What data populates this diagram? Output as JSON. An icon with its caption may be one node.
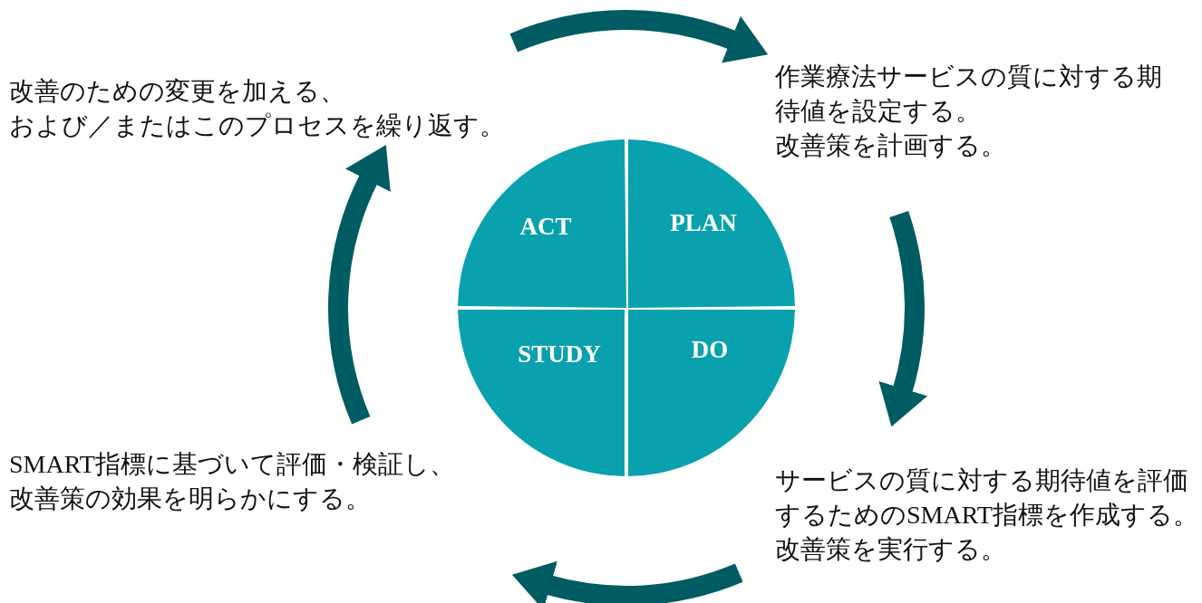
{
  "diagram": {
    "nodes": [
      {
        "text": [
          "ACT"
        ]
      },
      {
        "text": [
          "PLAN"
        ]
      },
      {
        "text": [
          "STUDY"
        ]
      },
      {
        "text": [
          "DO"
        ]
      },
      {
        "text": [
          "改善のための変更を加える、および／またはこのプロセスを繰り返す。"
        ]
      },
      {
        "text": [
          "作業療法サービスの質に対する期待値を設定する。改善策を計画する。"
        ]
      },
      {
        "text": [
          "サービスの質に対する期待値を評価するためのSMART指標を作成する。改善策を実行する。"
        ]
      },
      {
        "text": [
          "SMART指標に基づいて評価・検証し、改善策の効果を明らかにする。"
        ]
      }
    ],
    "edges": [
      {
        "from": 4,
        "to": 5,
        "arrow": "to"
      },
      {
        "from": 5,
        "to": 6,
        "arrow": "to"
      },
      {
        "from": 6,
        "to": 7,
        "arrow": "to"
      },
      {
        "from": 7,
        "to": 4,
        "arrow": "to"
      }
    ]
  }
}
